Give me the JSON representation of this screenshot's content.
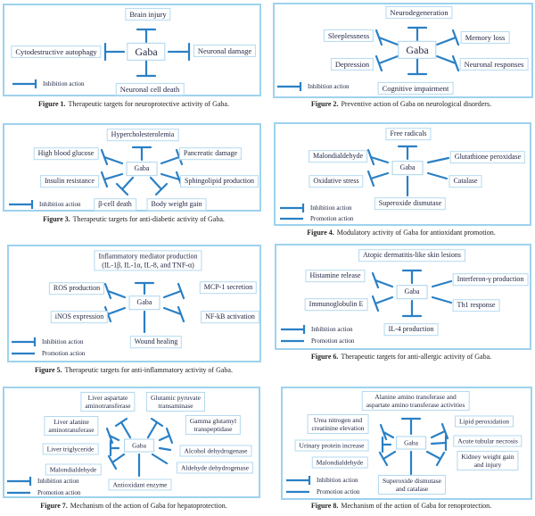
{
  "colors": {
    "accent_blue": "#2a80c5",
    "box_border": "#b3d9f0",
    "panel_border": "#9ed2ee",
    "text": "#1c2340"
  },
  "figures": [
    {
      "number": "Figure 1.",
      "caption": "Therapeutic targets for neuroprotective activity of Gaba.",
      "center": "Gaba",
      "nodes": {
        "top": {
          "label": "Brain injury",
          "action": "inhibition"
        },
        "left": {
          "label": "Cytodestructive autophagy",
          "action": "inhibition"
        },
        "right": {
          "label": "Neuronal damage",
          "action": "inhibition"
        },
        "bottom": {
          "label": "Neuronal cell death",
          "action": "inhibition"
        }
      },
      "legend": {
        "inhibition": "Inhibition action"
      }
    },
    {
      "number": "Figure 2.",
      "caption": "Preventive action of Gaba on neurological disorders.",
      "center": "Gaba",
      "nodes": {
        "top": {
          "label": "Neurodegeneration",
          "action": "inhibition"
        },
        "upper_left": {
          "label": "Sleeplessness",
          "action": "inhibition"
        },
        "upper_right": {
          "label": "Memory loss",
          "action": "inhibition"
        },
        "lower_left": {
          "label": "Depression",
          "action": "inhibition"
        },
        "lower_right": {
          "label": "Neuronal responses",
          "action": "inhibition"
        },
        "bottom": {
          "label": "Cognitive impairment",
          "action": "inhibition"
        }
      },
      "legend": {
        "inhibition": "Inhibition action"
      }
    },
    {
      "number": "Figure 3.",
      "caption": "Therapeutic targets for anti-diabetic activity of Gaba.",
      "center": "Gaba",
      "nodes": {
        "top": {
          "label": "Hypercholesterolemia",
          "action": "inhibition"
        },
        "upper_left": {
          "label": "High blood glucose",
          "action": "inhibition"
        },
        "upper_right": {
          "label": "Pancreatic damage",
          "action": "inhibition"
        },
        "mid_left": {
          "label": "Insulin resistance",
          "action": "inhibition"
        },
        "mid_right": {
          "label": "Sphingolipid production",
          "action": "inhibition"
        },
        "bottom_left": {
          "label": "β-cell death",
          "action": "inhibition"
        },
        "bottom_right": {
          "label": "Body weight gain",
          "action": "inhibition"
        }
      },
      "legend": {
        "inhibition": "Inhibition action"
      }
    },
    {
      "number": "Figure 4.",
      "caption": "Modulatory activity of Gaba for antioxidant promotion.",
      "center": "Gaba",
      "nodes": {
        "top": {
          "label": "Free radicals",
          "action": "inhibition"
        },
        "upper_left": {
          "label": "Malondialdehyde",
          "action": "inhibition"
        },
        "upper_right": {
          "label": "Glutathione peroxidase",
          "action": "promotion"
        },
        "lower_left": {
          "label": "Oxidative stress",
          "action": "inhibition"
        },
        "lower_right": {
          "label": "Catalase",
          "action": "promotion"
        },
        "bottom": {
          "label": "Superoxide dismutase",
          "action": "promotion"
        }
      },
      "legend": {
        "inhibition": "Inhibition action",
        "promotion": "Promotion action"
      }
    },
    {
      "number": "Figure 5.",
      "caption": "Therapeutic targets for anti-inflammatory activity of Gaba.",
      "center": "Gaba",
      "nodes": {
        "top": {
          "line1": "Inflammatory mediator production",
          "line2": "(IL-1β, IL-1α, IL-8, and TNF-α)",
          "action": "inhibition"
        },
        "upper_left": {
          "label": "ROS production",
          "action": "inhibition"
        },
        "upper_right": {
          "label": "MCP-1 secretion",
          "action": "inhibition"
        },
        "lower_left": {
          "label": "iNOS expression",
          "action": "inhibition"
        },
        "lower_right": {
          "label": "NF-kB activation",
          "action": "inhibition"
        },
        "bottom": {
          "label": "Wound healing",
          "action": "promotion"
        }
      },
      "legend": {
        "inhibition": "Inhibition action",
        "promotion": "Promotion action"
      }
    },
    {
      "number": "Figure 6.",
      "caption": "Therapeutic targets for anti-allergic activity of Gaba.",
      "center": "Gaba",
      "nodes": {
        "top": {
          "label": "Atopic dermatitis-like skin lesions",
          "action": "inhibition"
        },
        "upper_left": {
          "label": "Histamine release",
          "action": "inhibition"
        },
        "upper_right": {
          "label": "Interferon-γ production",
          "action": "promotion"
        },
        "lower_left": {
          "label": "Immunoglobulin E",
          "action": "inhibition"
        },
        "lower_right": {
          "label": "Th1 response",
          "action": "promotion"
        },
        "bottom": {
          "label": "IL-4 production",
          "action": "inhibition"
        }
      },
      "legend": {
        "inhibition": "Inhibition action",
        "promotion": "Promotion action"
      }
    },
    {
      "number": "Figure 7.",
      "caption": "Mechanism of the action of Gaba for hepatoprotection.",
      "center": "Gaba",
      "nodes": {
        "top_left": {
          "line1": "Liver aspartate",
          "line2": "aminotransferase",
          "action": "inhibition"
        },
        "top_right": {
          "line1": "Glutamic pyruvate",
          "line2": "transaminase",
          "action": "inhibition"
        },
        "upper_left": {
          "line1": "Liver alanine",
          "line2": "aminotransferase",
          "action": "inhibition"
        },
        "upper_right": {
          "line1": "Gamma glutamyl",
          "line2": "transpeptidase",
          "action": "inhibition"
        },
        "mid_left": {
          "label": "Liver triglyceride",
          "action": "inhibition"
        },
        "mid_right": {
          "label": "Alcohol dehydrogenase",
          "action": "promotion"
        },
        "lower_left": {
          "label": "Malondialdehyde",
          "action": "inhibition"
        },
        "lower_right": {
          "label": "Aldehyde dehydrogenase",
          "action": "promotion"
        },
        "bottom": {
          "label": "Antioxidant enzyme",
          "action": "promotion"
        }
      },
      "legend": {
        "inhibition": "Inhibition action",
        "promotion": "Promotion action"
      }
    },
    {
      "number": "Figure 8.",
      "caption": "Mechanism of the action of Gaba for renoprotection.",
      "center": "Gaba",
      "nodes": {
        "top": {
          "line1": "Alanine amino transferase and",
          "line2": "aspartate amino transferase activities",
          "action": "inhibition"
        },
        "upper_left": {
          "line1": "Urea nitrogen and",
          "line2": "creatinine elevation",
          "action": "inhibition"
        },
        "upper_right": {
          "label": "Lipid peroxidation",
          "action": "inhibition"
        },
        "mid_left": {
          "label": "Urinary protein increase",
          "action": "inhibition"
        },
        "mid_right": {
          "label": "Acute tubular necrosis",
          "action": "inhibition"
        },
        "lower_left": {
          "label": "Malondialdehyde",
          "action": "inhibition"
        },
        "lower_right": {
          "line1": "Kidney weight gain",
          "line2": "and injury",
          "action": "inhibition"
        },
        "bottom": {
          "line1": "Superoxide dismutase",
          "line2": "and catalase",
          "action": "promotion"
        }
      },
      "legend": {
        "inhibition": "Inhibition action",
        "promotion": "Promotion action"
      }
    }
  ]
}
